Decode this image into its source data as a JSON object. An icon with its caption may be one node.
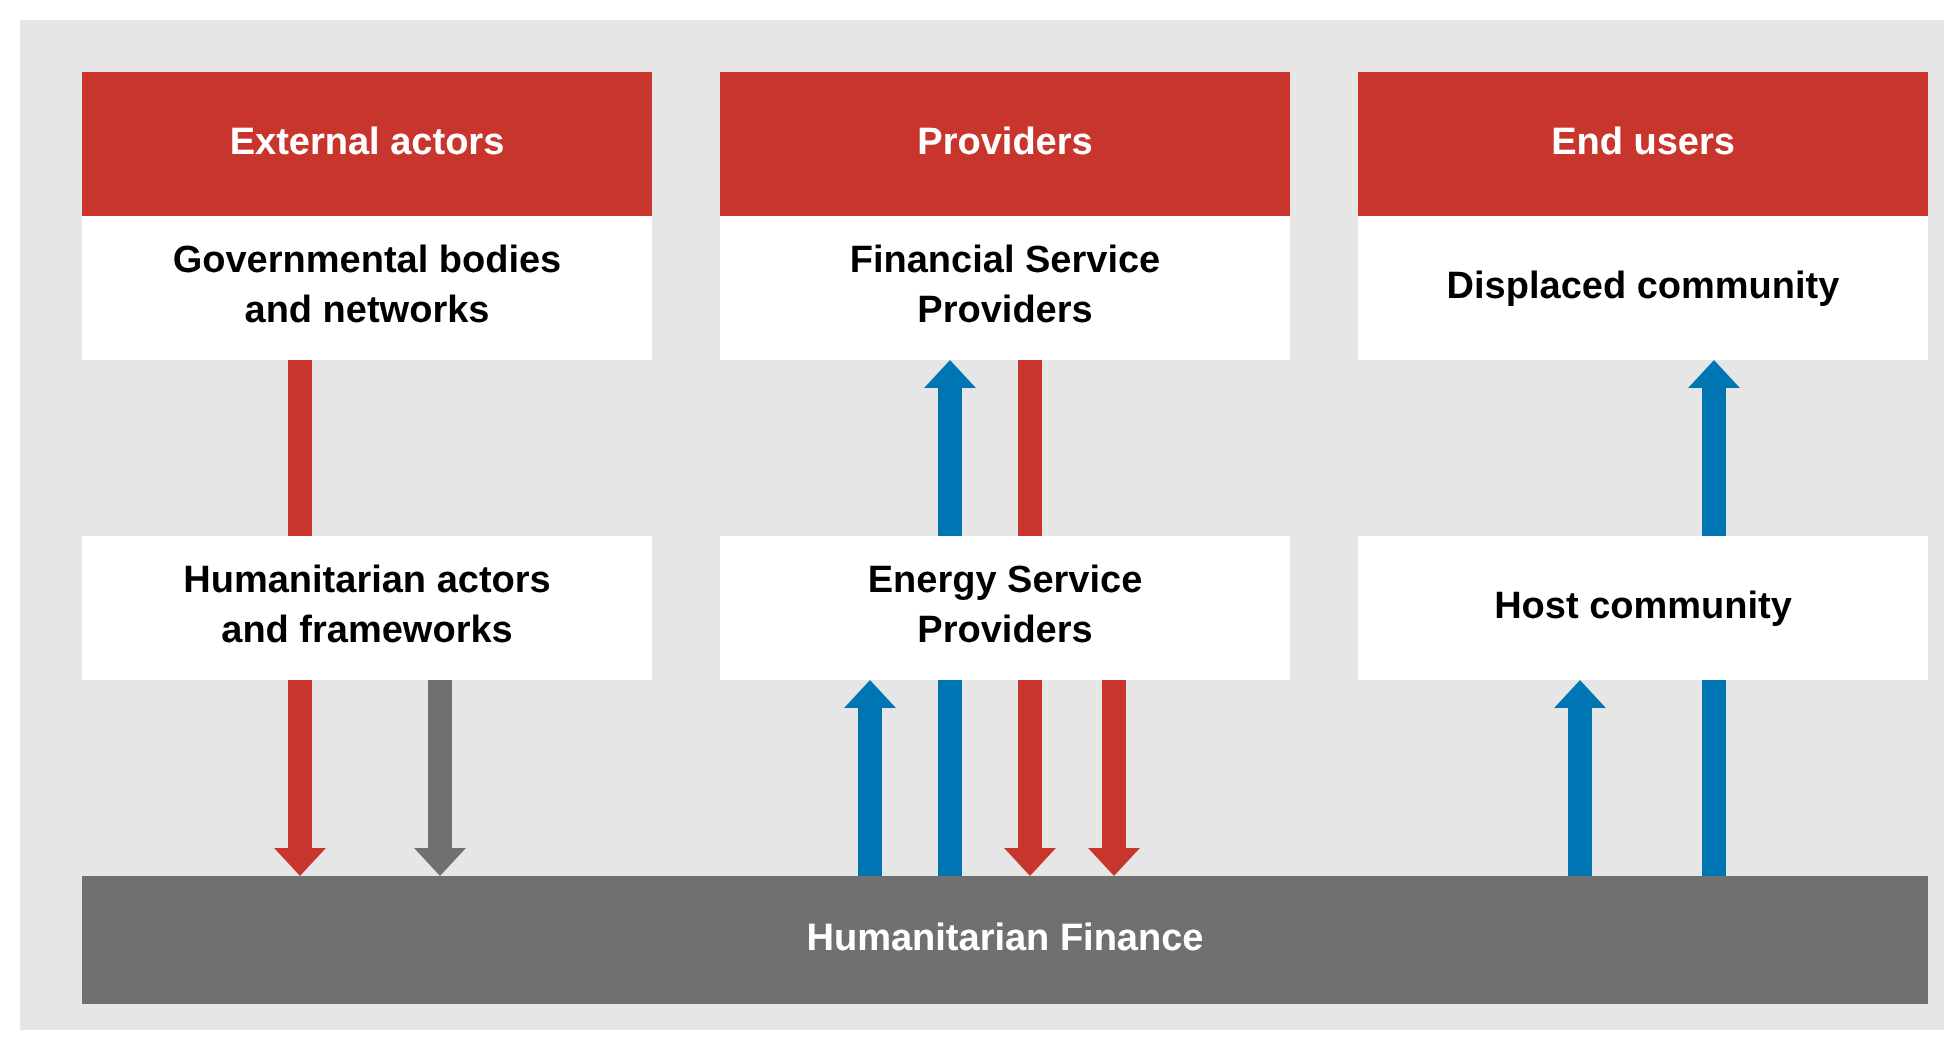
{
  "diagram": {
    "nodes": [
      {
        "text": [
          "External actors"
        ]
      },
      {
        "text": [
          "Governmental bodies and networks"
        ]
      },
      {
        "text": [
          "Humanitarian actors and frameworks"
        ]
      },
      {
        "text": [
          "Providers"
        ]
      },
      {
        "text": [
          "Financial Service Providers"
        ]
      },
      {
        "text": [
          "Energy Service Providers"
        ]
      },
      {
        "text": [
          "End users"
        ]
      },
      {
        "text": [
          "Displaced community"
        ]
      },
      {
        "text": [
          "Host community"
        ]
      },
      {
        "text": [
          "Humanitarian Finance"
        ]
      }
    ],
    "edges": [
      {
        "from": 1,
        "to": 9,
        "arrow": "to",
        "color": "#c8352c"
      },
      {
        "from": 2,
        "to": 9,
        "arrow": "to",
        "color": "#707070"
      },
      {
        "from": 9,
        "to": 5,
        "arrow": "to"
      },
      {
        "from": 9,
        "to": 4,
        "arrow": "to"
      },
      {
        "from": 4,
        "to": 9,
        "arrow": "to",
        "color": "#c8352c"
      },
      {
        "from": 5,
        "to": 9,
        "arrow": "to",
        "color": "#c8352c"
      },
      {
        "from": 9,
        "to": 8,
        "arrow": "to"
      },
      {
        "from": 9,
        "to": 7,
        "arrow": "to"
      }
    ]
  }
}
